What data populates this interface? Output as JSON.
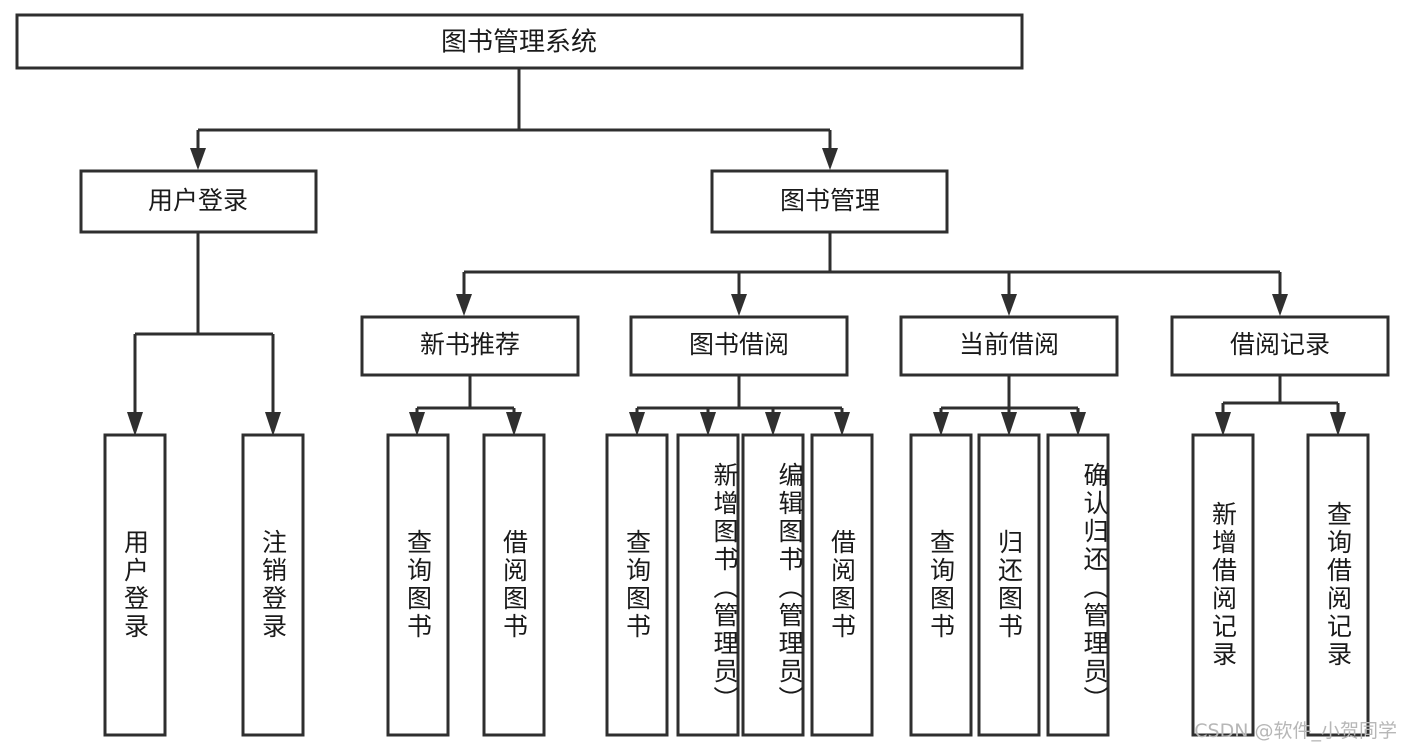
{
  "diagram": {
    "type": "tree-hierarchy-chart",
    "title": "图书管理系统",
    "background_color": "#ffffff",
    "box_stroke_color": "#2f2f2f",
    "box_fill_color": "#ffffff",
    "text_color": "#1a1a1a",
    "levels": [
      {
        "level": 1,
        "nodes": [
          {
            "id": "root",
            "label": "图书管理系统",
            "orientation": "horizontal"
          }
        ]
      },
      {
        "level": 2,
        "nodes": [
          {
            "id": "login",
            "label": "用户登录",
            "orientation": "horizontal",
            "parent": "root"
          },
          {
            "id": "bookmgmt",
            "label": "图书管理",
            "orientation": "horizontal",
            "parent": "root"
          }
        ]
      },
      {
        "level": 3,
        "nodes": [
          {
            "id": "newbook",
            "label": "新书推荐",
            "orientation": "horizontal",
            "parent": "bookmgmt"
          },
          {
            "id": "borrow",
            "label": "图书借阅",
            "orientation": "horizontal",
            "parent": "bookmgmt"
          },
          {
            "id": "current",
            "label": "当前借阅",
            "orientation": "horizontal",
            "parent": "bookmgmt"
          },
          {
            "id": "records",
            "label": "借阅记录",
            "orientation": "horizontal",
            "parent": "bookmgmt"
          }
        ]
      },
      {
        "level": 4,
        "nodes": [
          {
            "id": "leaf-1",
            "label": "用户登录",
            "orientation": "vertical",
            "parent": "login"
          },
          {
            "id": "leaf-2",
            "label": "注销登录",
            "orientation": "vertical",
            "parent": "login"
          },
          {
            "id": "leaf-3",
            "label": "查询图书",
            "orientation": "vertical",
            "parent": "newbook"
          },
          {
            "id": "leaf-4",
            "label": "借阅图书",
            "orientation": "vertical",
            "parent": "newbook"
          },
          {
            "id": "leaf-5",
            "label": "查询图书",
            "orientation": "vertical",
            "parent": "borrow"
          },
          {
            "id": "leaf-6",
            "label": "新增图书（管理员）",
            "orientation": "vertical",
            "parent": "borrow"
          },
          {
            "id": "leaf-7",
            "label": "编辑图书（管理员）",
            "orientation": "vertical",
            "parent": "borrow"
          },
          {
            "id": "leaf-8",
            "label": "借阅图书",
            "orientation": "vertical",
            "parent": "borrow"
          },
          {
            "id": "leaf-9",
            "label": "查询图书",
            "orientation": "vertical",
            "parent": "current"
          },
          {
            "id": "leaf-10",
            "label": "归还图书",
            "orientation": "vertical",
            "parent": "current"
          },
          {
            "id": "leaf-11",
            "label": "确认归还（管理员）",
            "orientation": "vertical",
            "parent": "current"
          },
          {
            "id": "leaf-12",
            "label": "新增借阅记录",
            "orientation": "vertical",
            "parent": "records"
          },
          {
            "id": "leaf-13",
            "label": "查询借阅记录",
            "orientation": "vertical",
            "parent": "records"
          }
        ]
      }
    ]
  },
  "watermark": {
    "text": "CSDN @软件_小贺同学"
  }
}
